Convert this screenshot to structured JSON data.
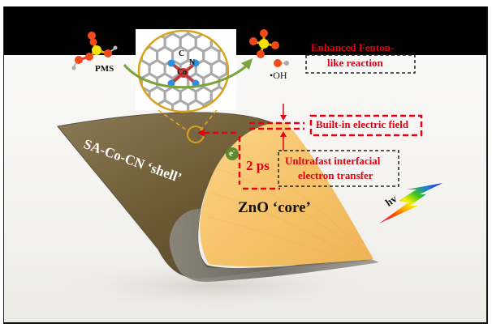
{
  "figure": {
    "inset_caption": "",
    "molecules": {
      "reactant_label": "PMS",
      "product_label": "•OH"
    },
    "catalyst_site": {
      "atom_labels": {
        "carbon": "C",
        "nitrogen": "N",
        "cobalt": "Co"
      }
    },
    "annotations": {
      "fenton_line1": "Enhanced Fenton-",
      "fenton_line2": "like reaction",
      "electric_field": "Built-in electric field",
      "transfer_line1": "Unltrafast interfacial",
      "transfer_line2": "electron transfer",
      "time_label": "2 ps",
      "electron_label": "e",
      "electron_charge": "-",
      "shell_label": "SA-Co-CN ‘shell’",
      "core_label": "ZnO ‘core’",
      "light_label": "hv"
    },
    "colors": {
      "annotation_red": "#e60012",
      "shell_brown": "#6e5a36",
      "core_yellow": "#f5c46a",
      "inset_gold": "#d9a21b",
      "arrow_green": "#7aa33a",
      "electron_green": "#5e8a2e",
      "nitrogen_blue": "#2d8fe0",
      "cobalt_red": "#c23a3a"
    }
  }
}
